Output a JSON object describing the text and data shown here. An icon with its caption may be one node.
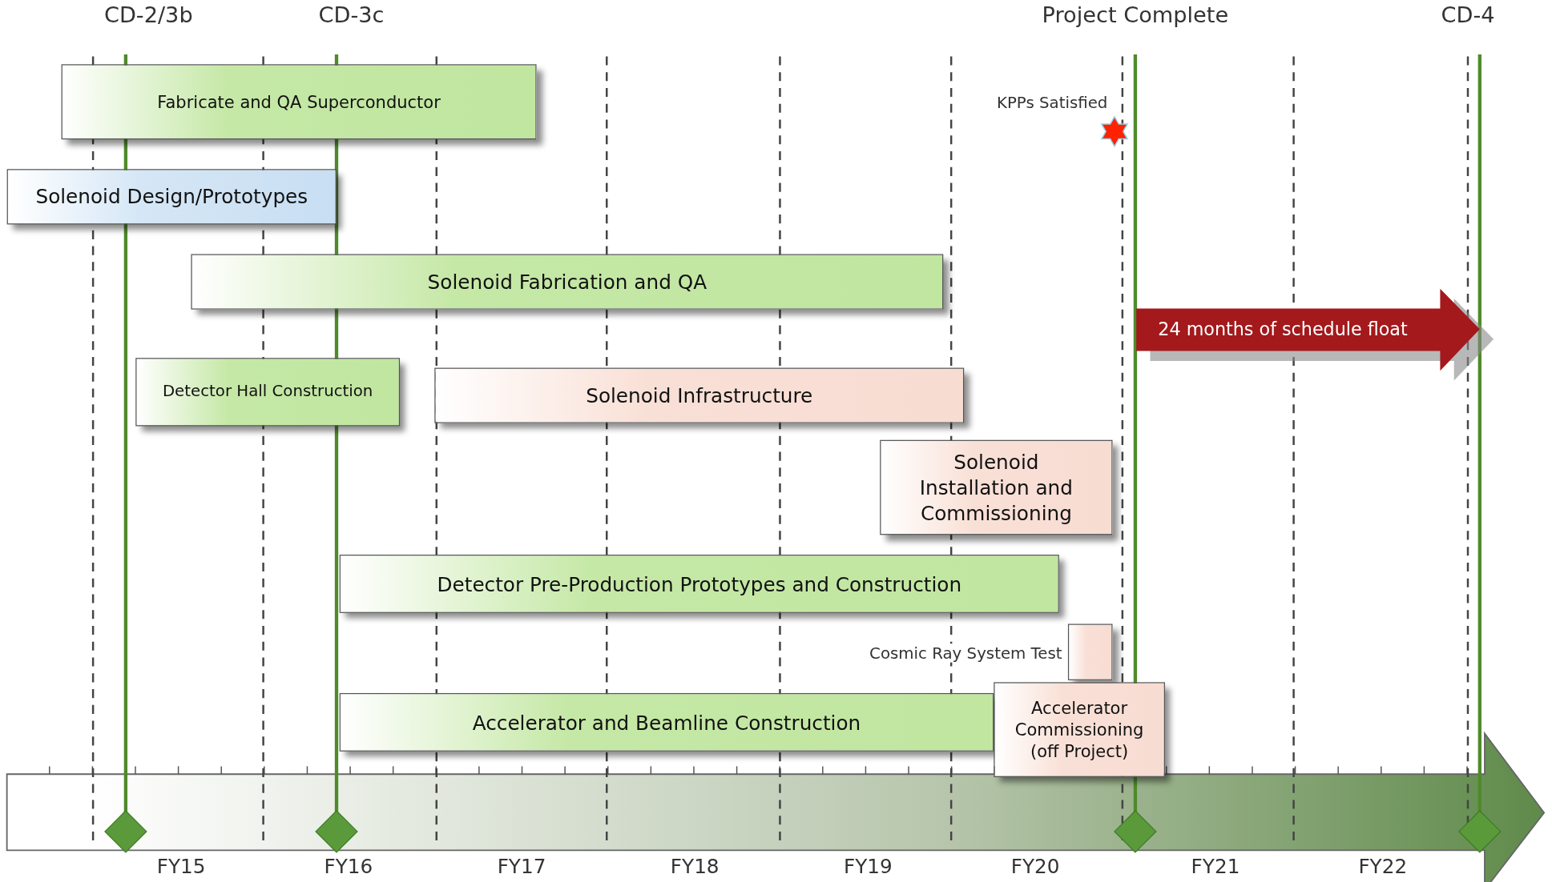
{
  "diagram": {
    "nodes": [
      {
        "text": [
          "Fabricate and QA Superconductor"
        ]
      },
      {
        "text": [
          "Solenoid Design/Prototypes"
        ]
      },
      {
        "text": [
          "Solenoid Fabrication and QA"
        ]
      },
      {
        "text": [
          "Detector Hall Construction"
        ]
      },
      {
        "text": [
          "Solenoid Infrastructure"
        ]
      },
      {
        "text": [
          "24 months of schedule float"
        ]
      },
      {
        "text": [
          "Solenoid Installation and Commissioning"
        ]
      },
      {
        "text": [
          "Detector Pre-Production Prototypes and Construction"
        ]
      },
      {
        "text": [],
        "shape": "box",
        "beside": [
          "Cosmic Ray System Test"
        ]
      },
      {
        "text": [
          "Accelerator and Beamline Construction"
        ]
      },
      {
        "text": [
          "Accelerator Commissioning (off Project)"
        ]
      }
    ],
    "labels": [
      "CD-2/3b",
      "CD-3c",
      "Project Complete",
      "CD-4",
      "KPPs Satisfied",
      "FY15",
      "FY16",
      "FY17",
      "FY18",
      "FY19",
      "FY20",
      "FY21",
      "FY22"
    ]
  }
}
